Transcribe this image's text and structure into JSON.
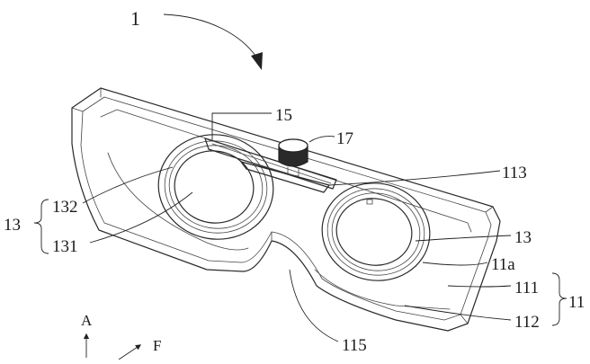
{
  "labels": {
    "device": "1",
    "slide": "15",
    "knob": "17",
    "slot": "113",
    "lens_frame_left": "132",
    "lens_left": "131",
    "group_13": "13",
    "lens_right": "13",
    "face_11a": "11a",
    "part_111": "111",
    "part_112": "112",
    "housing_11": "11",
    "nose_115": "115",
    "axis_a": "A",
    "axis_f": "F"
  }
}
